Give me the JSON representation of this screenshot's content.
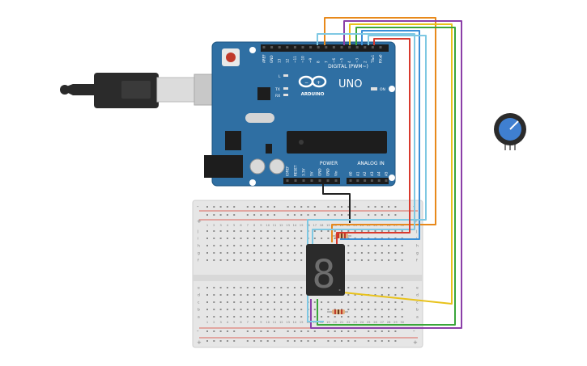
{
  "board": {
    "brand_mark": "ARDUINO",
    "model": "UNO",
    "digital_header_title": "DIGITAL (PWM~)",
    "digital_pins": [
      "AREF",
      "GND",
      "13",
      "12",
      "~11",
      "~10",
      "~9",
      "8",
      "7",
      "~6",
      "~5",
      "4",
      "~3",
      "2",
      "TX▸1",
      "RX◂0"
    ],
    "led_labels": {
      "l": "L",
      "tx": "TX",
      "rx": "RX",
      "on": "ON"
    },
    "power_header_title": "POWER",
    "power_pins": [
      "IOREF",
      "RESET",
      "3.3V",
      "5V",
      "GND",
      "GND",
      "Vin"
    ],
    "analog_header_title": "ANALOG IN",
    "analog_pins": [
      "A0",
      "A1",
      "A2",
      "A3",
      "A4",
      "A5"
    ]
  },
  "breadboard": {
    "column_labels": [
      "1",
      "2",
      "3",
      "4",
      "5",
      "6",
      "7",
      "8",
      "9",
      "10",
      "11",
      "12",
      "13",
      "14",
      "15",
      "16",
      "17",
      "18",
      "19",
      "20",
      "21",
      "22",
      "23",
      "24",
      "25",
      "26",
      "27",
      "28",
      "29",
      "30"
    ],
    "row_labels_top": [
      "j",
      "i",
      "h",
      "g",
      "f"
    ],
    "row_labels_bottom": [
      "e",
      "d",
      "c",
      "b",
      "a"
    ],
    "rail_minus": "-",
    "rail_plus": "+"
  },
  "display": {
    "digit": "8",
    "decimal_point": "."
  },
  "colors": {
    "board": "#2f6fa3",
    "wire_orange": "#e8891b",
    "wire_purple": "#8b3fa8",
    "wire_yellow": "#e8c21b",
    "wire_green": "#3aa63a",
    "wire_red": "#d83a2e",
    "wire_lightblue": "#7ec8e3",
    "wire_blue": "#3a8fd8",
    "wire_black": "#222222",
    "potentiometer": "#3f7fd0"
  }
}
